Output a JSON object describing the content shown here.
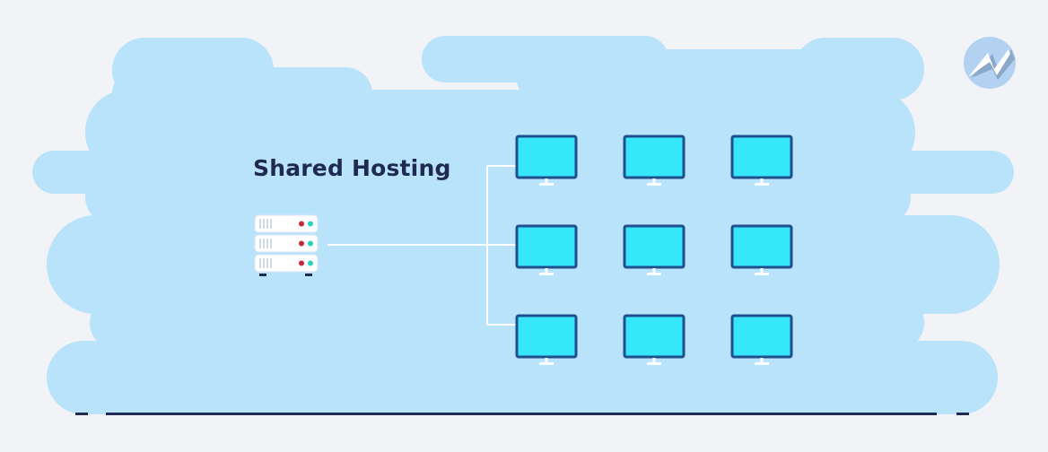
{
  "diagram": {
    "title": "Shared Hosting",
    "server": {
      "units": 3
    },
    "monitors": {
      "rows": 3,
      "cols": 3
    }
  },
  "colors": {
    "background": "#f1f3f7",
    "cloud": "#b8e3fb",
    "server_body": "#ffffff",
    "server_led_red": "#c8283b",
    "server_led_teal": "#27d3bd",
    "monitor_screen": "#36e7fa",
    "monitor_border": "#1f4f8c",
    "connector": "#ffffff",
    "title": "#1f2a52",
    "logo_bg": "#b3d2f2",
    "logo_bolt": "#ffffff",
    "logo_shade": "#8aa9c8"
  },
  "logo": {
    "icon": "lightning-logo-icon"
  }
}
